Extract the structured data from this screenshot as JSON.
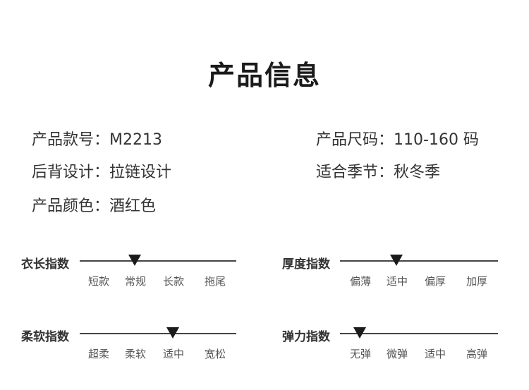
{
  "title": "产品信息",
  "info": {
    "model": {
      "label": "产品款号：",
      "value": "M2213"
    },
    "size": {
      "label": "产品尺码：",
      "value": "110-160 码"
    },
    "back": {
      "label": "后背设计：",
      "value": "拉链设计"
    },
    "season": {
      "label": "适合季节：",
      "value": "秋冬季"
    },
    "color": {
      "label": "产品颜色：",
      "value": "酒红色"
    }
  },
  "indices": {
    "length": {
      "label": "衣长指数",
      "options": [
        "短款",
        "常规",
        "长款",
        "拖尾"
      ],
      "selected": "常规"
    },
    "thickness": {
      "label": "厚度指数",
      "options": [
        "偏薄",
        "适中",
        "偏厚",
        "加厚"
      ],
      "selected": "适中"
    },
    "softness": {
      "label": "柔软指数",
      "options": [
        "超柔",
        "柔软",
        "适中",
        "宽松"
      ],
      "selected": "适中"
    },
    "elasticity": {
      "label": "弹力指数",
      "options": [
        "无弹",
        "微弹",
        "适中",
        "高弹"
      ],
      "selected": "无弹"
    }
  }
}
